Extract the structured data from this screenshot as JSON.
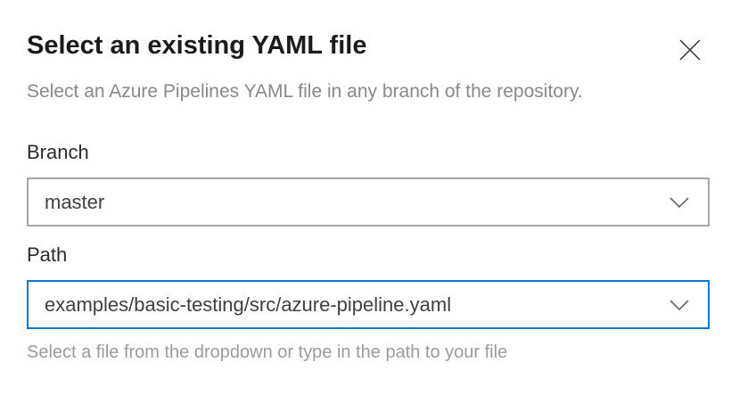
{
  "dialog": {
    "title": "Select an existing YAML file",
    "subtitle": "Select an Azure Pipelines YAML file in any branch of the repository.",
    "icons": {
      "close": "close-icon",
      "dropdown": "chevron-down-icon"
    },
    "colors": {
      "accent_focus_border": "#0078d4",
      "default_border": "#a6a6a6",
      "title_text": "#1b1b1b",
      "muted_text": "#898989"
    }
  },
  "form": {
    "branch": {
      "label": "Branch",
      "value": "master"
    },
    "path": {
      "label": "Path",
      "value": "examples/basic-testing/src/azure-pipeline.yaml",
      "help": "Select a file from the dropdown or type in the path to your file"
    }
  }
}
